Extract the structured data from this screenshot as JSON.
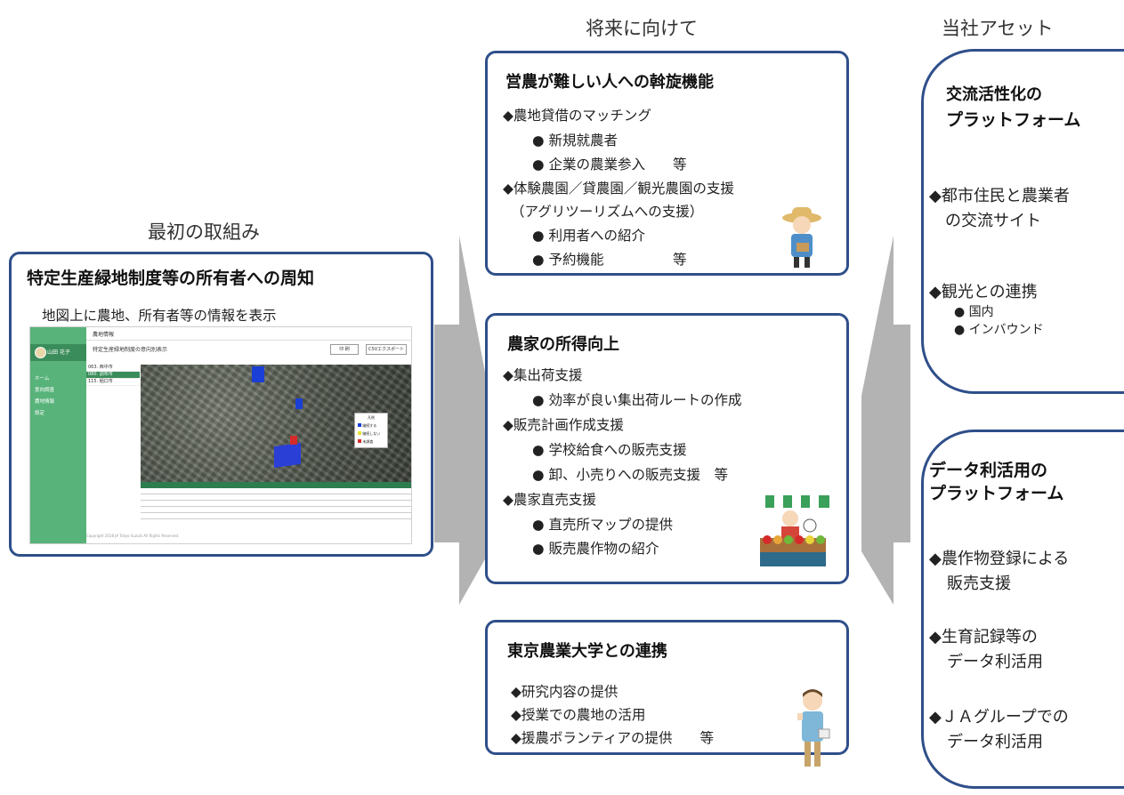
{
  "headers": {
    "initial": "最初の取組み",
    "future": "将来に向けて",
    "assets": "当社アセット"
  },
  "initial_box": {
    "title": "特定生産緑地制度等の所有者への周知",
    "subtitle": "地図上に農地、所有者等の情報を表示"
  },
  "app_screenshot": {
    "app_title": "農地情報",
    "user_name": "山田 花子",
    "page_subtitle": "特定生産緑地制度の意向別表示",
    "menu": [
      "ホーム",
      "意向調査",
      "農地情報",
      "設定"
    ],
    "list": [
      "063. 西中市",
      "080. 調布市",
      "115. 稲口市"
    ],
    "buttons": [
      "印 刷",
      "CSVエクスポート"
    ],
    "legend_title": "凡例",
    "legend_items": [
      "継続する",
      "継続しない",
      "未調査"
    ],
    "legend_colors": [
      "#1a3fd6",
      "#e8e23a",
      "#d62a2a"
    ],
    "footer": "Copyright 2018 JA Tokyo Suzuki All Rights Reserved."
  },
  "future_box1": {
    "title": "営農が難しい人への斡旋機能",
    "lines": [
      "◆農地貸借のマッチング",
      "●  新規就農者",
      "●  企業の農業参入　　等",
      "◆体験農園／貸農園／観光農園の支援",
      "（アグリツーリズムへの支援）",
      "●  利用者への紹介",
      "●  予約機能　　　　　等"
    ]
  },
  "future_box2": {
    "title": "農家の所得向上",
    "lines": [
      "◆集出荷支援",
      "●  効率が良い集出荷ルートの作成",
      "◆販売計画作成支援",
      "●  学校給食への販売支援",
      "●  卸、小売りへの販売支援　等",
      "◆農家直売支援",
      "●  直売所マップの提供",
      "●  販売農作物の紹介"
    ]
  },
  "future_box3": {
    "title": "東京農業大学との連携",
    "lines": [
      "◆研究内容の提供",
      "◆授業での農地の活用",
      "◆援農ボランティアの提供　　等"
    ]
  },
  "asset_box1": {
    "title_line1": "交流活性化の",
    "title_line2": "プラットフォーム",
    "lines": [
      "◆都市住民と農業者",
      "の交流サイト",
      "◆観光との連携",
      "● 国内",
      "● インバウンド"
    ]
  },
  "asset_box2": {
    "title_line1": "データ利活用の",
    "title_line2": "プラットフォーム",
    "lines": [
      "◆農作物登録による",
      "販売支援",
      "◆生育記録等の",
      "データ利活用",
      "◆ＪＡグループでの",
      "データ利活用"
    ]
  },
  "colors": {
    "box_border": "#2f4f8a",
    "arrow": "#b3b3b3",
    "app_green": "#58b37a"
  }
}
